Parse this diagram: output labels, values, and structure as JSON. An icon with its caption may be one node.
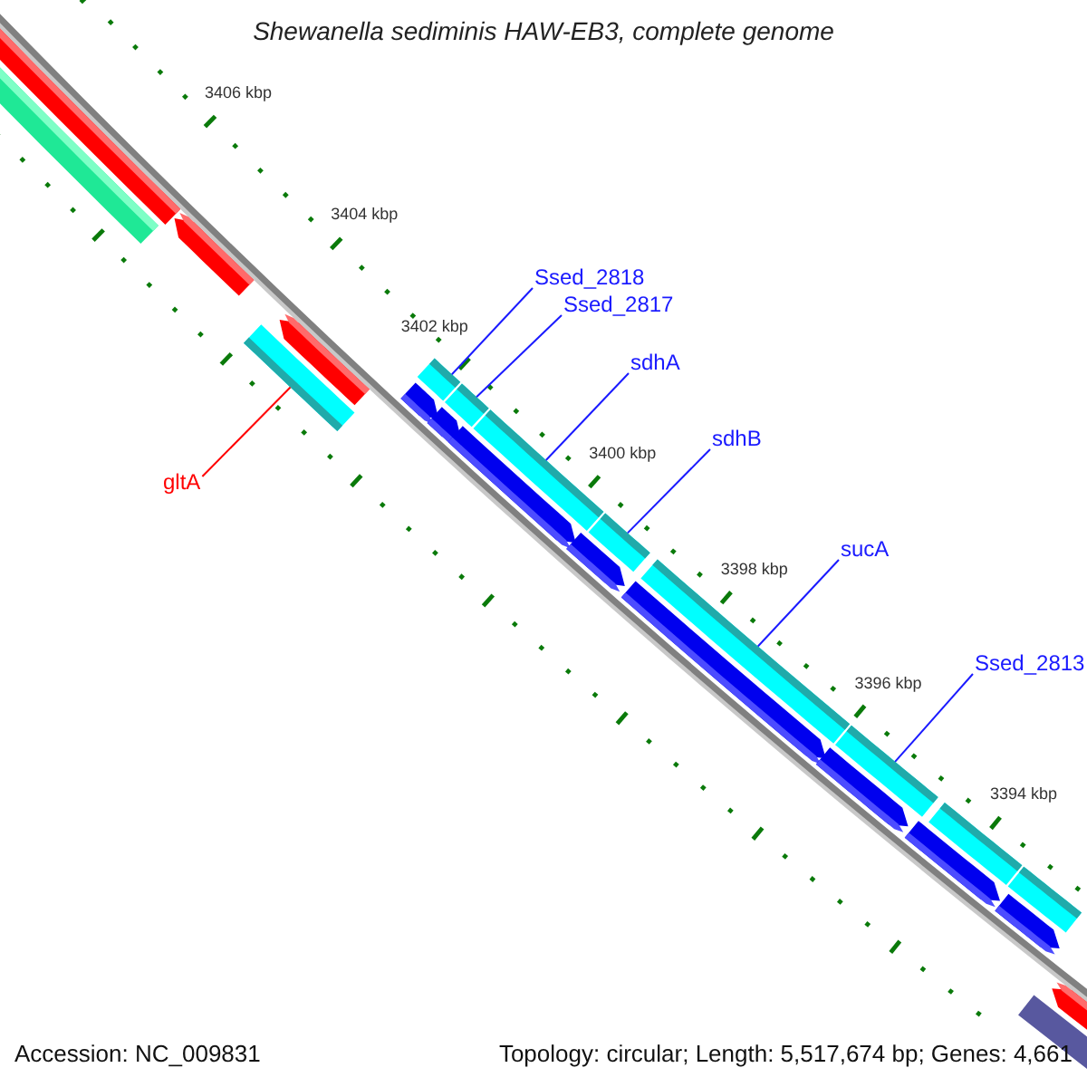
{
  "diagram": {
    "title": "Shewanella sediminis HAW-EB3, complete genome",
    "nodes": [
      {
        "text": [
          "Ssed_2818"
        ]
      },
      {
        "text": [
          "Ssed_2817"
        ]
      },
      {
        "text": [
          "sdhA"
        ]
      },
      {
        "text": [
          "sdhB"
        ]
      },
      {
        "text": [
          "gltA"
        ]
      },
      {
        "text": [
          "sucA"
        ]
      },
      {
        "text": [
          "Ssed_2813"
        ]
      },
      {
        "text": [],
        "shape": "bar"
      },
      {
        "text": [],
        "shape": "bar"
      },
      {
        "text": [],
        "shape": "arrow"
      },
      {
        "text": [],
        "shape": "arrow"
      },
      {
        "text": [],
        "shape": "bar"
      },
      {
        "text": [],
        "shape": "arrow"
      },
      {
        "text": [],
        "shape": "bar"
      },
      {
        "text": [],
        "shape": "arrow"
      },
      {
        "text": [],
        "shape": "bar"
      },
      {
        "text": [],
        "shape": "arrow"
      },
      {
        "text": [],
        "shape": "bar"
      },
      {
        "text": [],
        "shape": "arrow"
      },
      {
        "text": [],
        "shape": "bar"
      },
      {
        "text": [],
        "shape": "arrow"
      },
      {
        "text": [],
        "shape": "bar"
      },
      {
        "text": [],
        "shape": "arrow"
      },
      {
        "text": [],
        "shape": "bar"
      },
      {
        "text": [],
        "shape": "arrow"
      },
      {
        "text": [],
        "shape": "bar"
      },
      {
        "text": [],
        "shape": "arrow"
      },
      {
        "text": [],
        "shape": "bar"
      },
      {
        "text": [],
        "shape": "bar"
      },
      {
        "text": [],
        "shape": "arrow"
      }
    ],
    "edges": [
      {
        "from": 0,
        "to": 13,
        "arrow": "none"
      },
      {
        "from": 1,
        "to": 15,
        "arrow": "none"
      },
      {
        "from": 2,
        "to": 17,
        "arrow": "none"
      },
      {
        "from": 3,
        "to": 19,
        "arrow": "none"
      },
      {
        "from": 4,
        "to": 11,
        "arrow": "none",
        "color": "#ff0000"
      },
      {
        "from": 5,
        "to": 21,
        "arrow": "none"
      },
      {
        "from": 6,
        "to": 23,
        "arrow": "none"
      }
    ],
    "labels": [
      "3406 kbp",
      "3404 kbp",
      "3402 kbp",
      "3400 kbp",
      "3398 kbp",
      "3396 kbp",
      "3394 kbp",
      "Accession: NC_009831",
      "Topology: circular; Length: 5,517,674 bp; Genes: 4,661"
    ]
  }
}
